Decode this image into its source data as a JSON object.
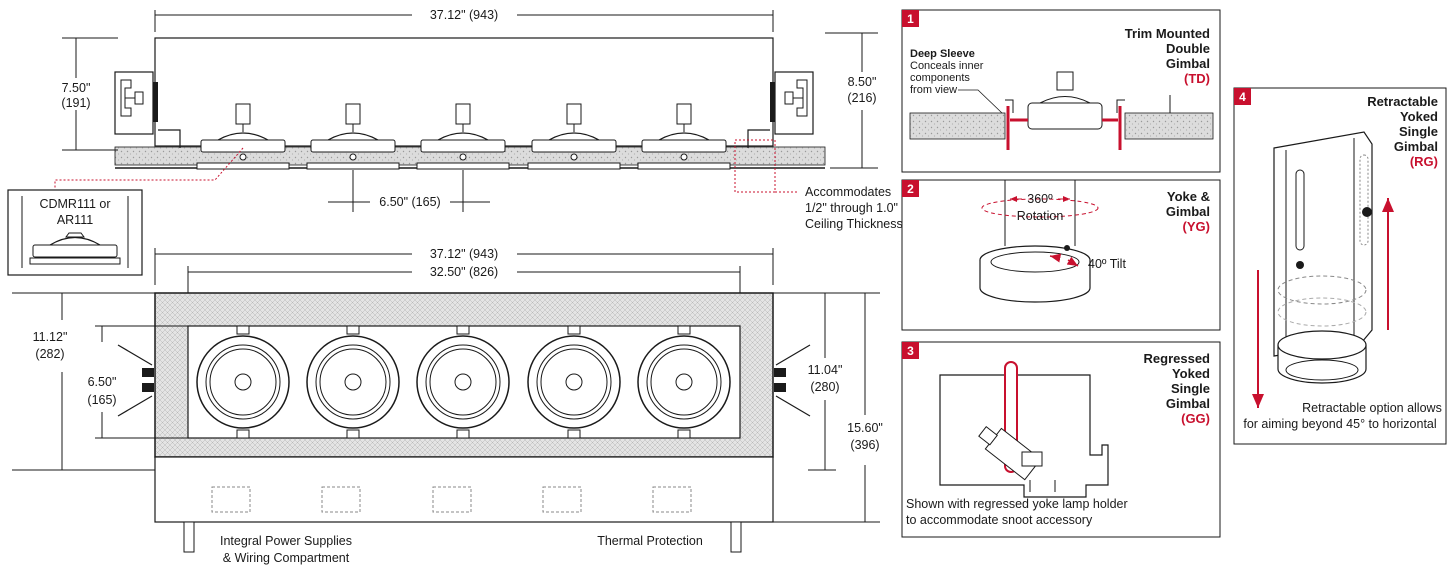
{
  "side_view": {
    "overall_width": "37.12\" (943)",
    "height_left_in": "7.50\"",
    "height_left_mm": "(191)",
    "height_right_in": "8.50\"",
    "height_right_mm": "(216)",
    "spacing": "6.50\" (165)",
    "ceiling_note": [
      "Accommodates",
      "1/2\" through 1.0\"",
      "Ceiling Thickness"
    ]
  },
  "lamp_detail": {
    "label_line1": "CDMR111 or",
    "label_line2": "AR111"
  },
  "top_view": {
    "overall_width": "37.12\" (943)",
    "inner_width": "32.50\" (826)",
    "height_left_in": "11.12\"",
    "height_left_mm": "(282)",
    "aperture_in": "6.50\"",
    "aperture_mm": "(165)",
    "height_right_in": "11.04\"",
    "height_right_mm": "(280)",
    "total_height_in": "15.60\"",
    "total_height_mm": "(396)",
    "power_note": [
      "Integral Power Supplies",
      "& Wiring Compartment"
    ],
    "thermal_note": "Thermal Protection"
  },
  "panels": [
    {
      "number": "1",
      "title": [
        "Trim Mounted",
        "Double",
        "Gimbal"
      ],
      "code": "(TD)",
      "callout_title": "Deep Sleeve",
      "callout_text": [
        "Conceals inner",
        "components",
        "from view"
      ]
    },
    {
      "number": "2",
      "title": [
        "Yoke &",
        "Gimbal"
      ],
      "code": "(YG)",
      "rotation": [
        "360º",
        "Rotation"
      ],
      "tilt": "40º Tilt"
    },
    {
      "number": "3",
      "title": [
        "Regressed",
        "Yoked",
        "Single",
        "Gimbal"
      ],
      "code": "(GG)",
      "caption": [
        "Shown with regressed yoke lamp holder",
        "to accommodate snoot accessory"
      ]
    },
    {
      "number": "4",
      "title": [
        "Retractable",
        "Yoked",
        "Single",
        "Gimbal"
      ],
      "code": "(RG)",
      "caption": [
        "Retractable option allows",
        "for aiming beyond 45° to horizontal"
      ]
    }
  ],
  "colors": {
    "accent": "#c8102e",
    "line": "#1a1a1a",
    "ceiling": "#d9d9d9"
  }
}
